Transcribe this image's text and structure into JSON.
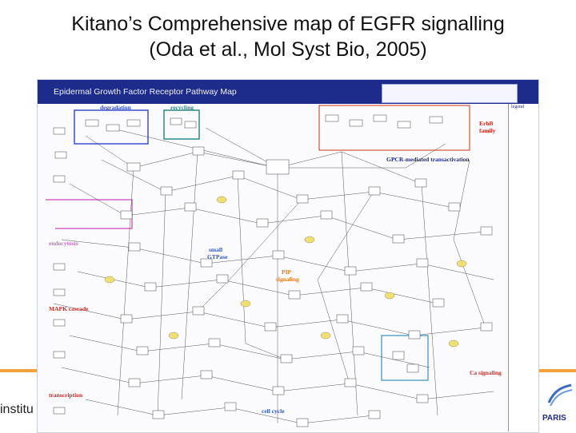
{
  "slide": {
    "title_line1": "Kitano’s Comprehensive map of EGFR signalling",
    "title_line2": "(Oda et al., Mol Syst Bio, 2005)"
  },
  "map": {
    "banner_title": "Epidermal Growth Factor Receptor Pathway Map",
    "side_panel_header": "legend",
    "regions": {
      "degradation": "degradation",
      "recycling": "recycling",
      "erbb_family_line1": "ErbB",
      "erbb_family_line2": "family",
      "gpcr": "GPCR-mediated transactivation",
      "endocytosis": "endocytosis",
      "small_gtpase_line1": "small",
      "small_gtpase_line2": "GTPase",
      "pip_line1": "PIP",
      "pip_line2": "signaling",
      "mapk": "MAPK cascade",
      "ca_signaling": "Ca signaling",
      "transcription": "transcription",
      "cell_cycle": "cell cycle"
    },
    "colors": {
      "banner": "#1d2c8a",
      "degradation_box": "#3b4fd0",
      "recycling_box": "#2e8a8a",
      "endocytosis_line": "#d264c8",
      "erbb_box": "#d2553a",
      "ca_box": "#5aa6c8",
      "label_red": "#d0281e",
      "label_orange": "#e07a1a",
      "label_blue": "#2a56c6"
    }
  },
  "footer": {
    "institute": "institu",
    "paris": "PARIS"
  }
}
